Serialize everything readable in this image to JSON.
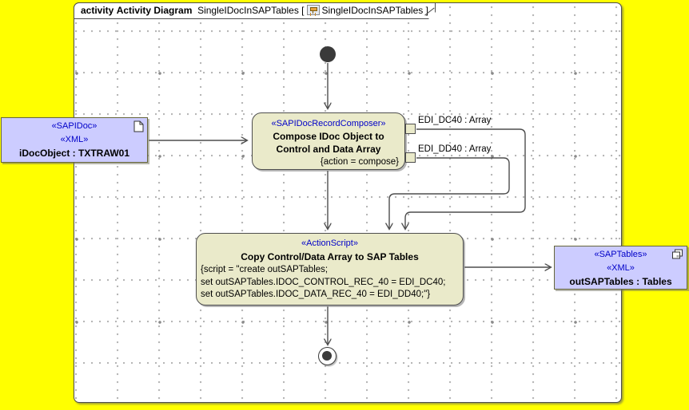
{
  "frame": {
    "kind_label": "activity",
    "type_label": "Activity Diagram",
    "diagram_name": "SingleIDocInSAPTables",
    "bracket_open": "[",
    "bracket_close": "]",
    "context_name": "SingleIDocInSAPTables"
  },
  "nodes": {
    "idoc_object": {
      "stereotype1": "«SAPIDoc»",
      "stereotype2": "«XML»",
      "name": "iDocObject : TXTRAW01",
      "icon": "document-icon"
    },
    "compose": {
      "stereotype": "«SAPIDocRecordComposer»",
      "name_line1": "Compose IDoc Object to",
      "name_line2": "Control and Data Array",
      "constraint": "{action = compose}"
    },
    "copy": {
      "stereotype": "«ActionScript»",
      "name": "Copy Control/Data Array to SAP Tables",
      "script_line1": "{script = \"create outSAPTables;",
      "script_line2": "set outSAPTables.IDOC_CONTROL_REC_40 = EDI_DC40;",
      "script_line3": "set outSAPTables.IDOC_DATA_REC_40 = EDI_DD40;\"}"
    },
    "out_sap_tables": {
      "stereotype1": "«SAPTables»",
      "stereotype2": "«XML»",
      "name": "outSAPTables : Tables",
      "icon": "copies-icon"
    }
  },
  "pins": {
    "edi_dc40_label": "EDI_DC40 : Array",
    "edi_dd40_label": "EDI_DD40 : Array"
  },
  "icons": {
    "tab_icon": "activity-diagram-icon",
    "idoc_icon": "document-icon",
    "outsap_icon": "copies-icon"
  },
  "colors": {
    "bg_yellow": "#ffff00",
    "canvas": "#ffffff",
    "khaki": "#eaeaca",
    "lavender": "#ccccff",
    "node_border": "#4d4d4d",
    "lavender_border": "#66663a",
    "stereo_blue": "#0000c8",
    "edge": "#4d4d4d",
    "grid_dot": "#b4b4b4"
  }
}
